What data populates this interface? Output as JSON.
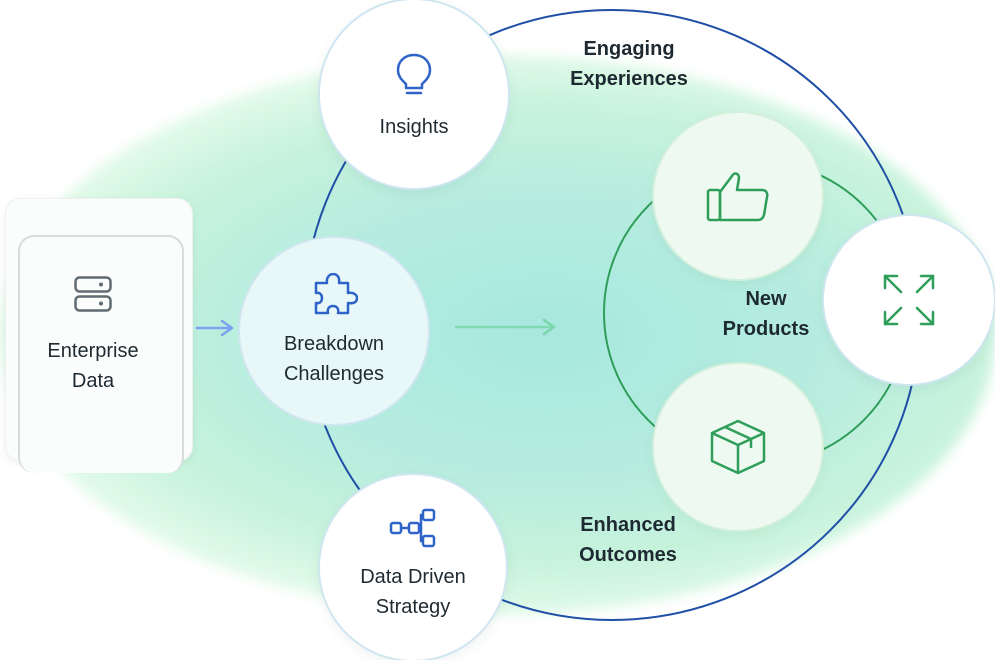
{
  "nodes": {
    "enterprise_data": "Enterprise\nData",
    "insights": "Insights",
    "breakdown_challenges": "Breakdown\nChallenges",
    "data_driven_strategy": "Data Driven\nStrategy",
    "new_products": "New\nProducts",
    "enhanced_outcomes": "Enhanced\nOutcomes",
    "engaging_experiences": "Engaging\nExperiences"
  },
  "icons": {
    "enterprise_data": "server-icon",
    "insights": "lightbulb-icon",
    "breakdown_challenges": "puzzle-icon",
    "data_driven_strategy": "flowchart-icon",
    "thumbs_up": "thumbs-up-icon",
    "expand": "expand-icon",
    "box": "box-icon"
  },
  "colors": {
    "blue_icon": "#2e63c9",
    "green_icon": "#2f9e5a",
    "outer_ring": "#1f4fa6",
    "inner_ring": "#2f9e5a",
    "arrow_blue": "#7aa3f0",
    "arrow_green": "#78d6a8"
  }
}
